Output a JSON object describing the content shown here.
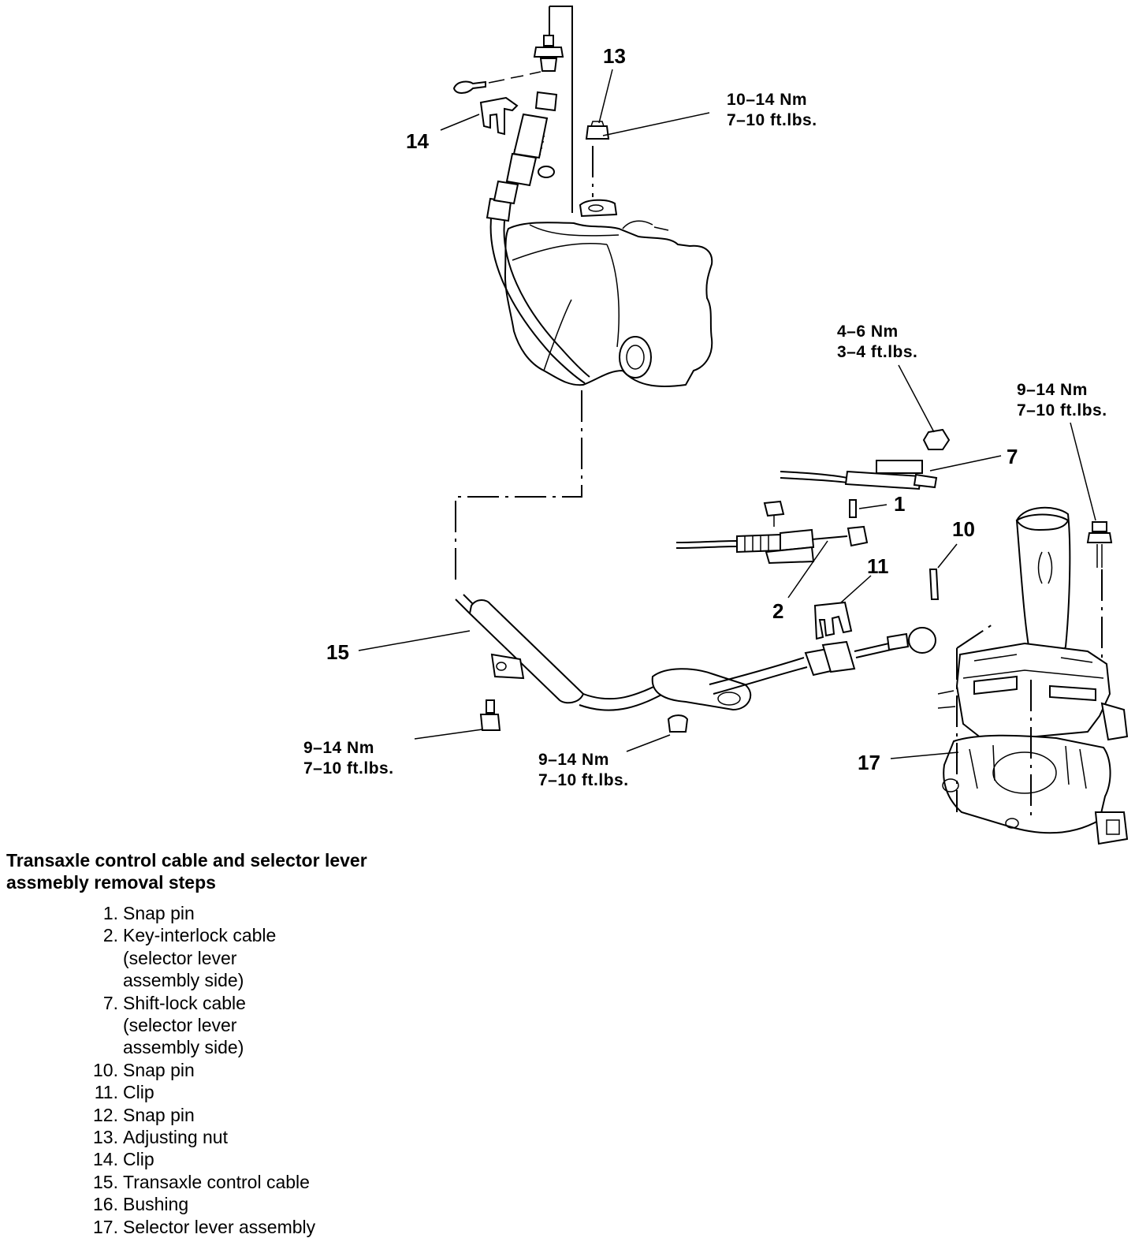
{
  "callouts": {
    "c13": "13",
    "c14": "14",
    "c1": "1",
    "c7": "7",
    "c10": "10",
    "c11": "11",
    "c2": "2",
    "c15": "15",
    "c17": "17"
  },
  "torques": {
    "t_top_nm": "10–14 Nm",
    "t_top_ft": "7–10 ft.lbs.",
    "t_mid_nm": "4–6 Nm",
    "t_mid_ft": "3–4 ft.lbs.",
    "t_right_nm": "9–14 Nm",
    "t_right_ft": "7–10 ft.lbs.",
    "t_left_nm": "9–14 Nm",
    "t_left_ft": "7–10 ft.lbs.",
    "t_center_nm": "9–14 Nm",
    "t_center_ft": "7–10 ft.lbs."
  },
  "steps": {
    "title_line1": "Transaxle control cable and selector lever",
    "title_line2": "assmebly removal steps",
    "items": [
      {
        "num": "1.",
        "text": "Snap pin"
      },
      {
        "num": "2.",
        "text": "Key-interlock cable\n(selector lever\nassembly side)"
      },
      {
        "num": "7.",
        "text": "Shift-lock cable\n(selector lever\nassembly side)"
      },
      {
        "num": "10.",
        "text": "Snap pin"
      },
      {
        "num": "11.",
        "text": "Clip"
      },
      {
        "num": "12.",
        "text": "Snap pin"
      },
      {
        "num": "13.",
        "text": "Adjusting nut"
      },
      {
        "num": "14.",
        "text": "Clip"
      },
      {
        "num": "15.",
        "text": "Transaxle control cable"
      },
      {
        "num": "16.",
        "text": "Bushing"
      },
      {
        "num": "17.",
        "text": "Selector lever assembly"
      }
    ]
  }
}
